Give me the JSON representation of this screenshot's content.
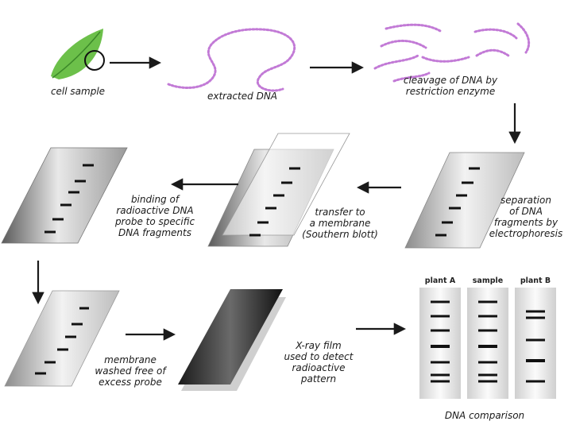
{
  "steps": {
    "cell_sample": "cell sample",
    "extracted_dna": "extracted DNA",
    "cleavage": "cleavage of DNA by\nrestriction enzyme",
    "separation": "separation\nof DNA\nfragments by\nelectrophoresis",
    "transfer": "transfer to\na membrane\n(Southern blott)",
    "binding": "binding of\nradioactive DNA\nprobe to specific\nDNA fragments",
    "washed": "membrane\nwashed free of\nexcess probe",
    "xray": "X-ray film\nused to detect\nradioactive\npattern",
    "comparison": "DNA comparison"
  },
  "lanes": [
    "plant A",
    "sample",
    "plant B"
  ],
  "colors": {
    "leaf": "#6cc04a",
    "dna": "#c27ad6",
    "ink": "#1a1a1a"
  }
}
